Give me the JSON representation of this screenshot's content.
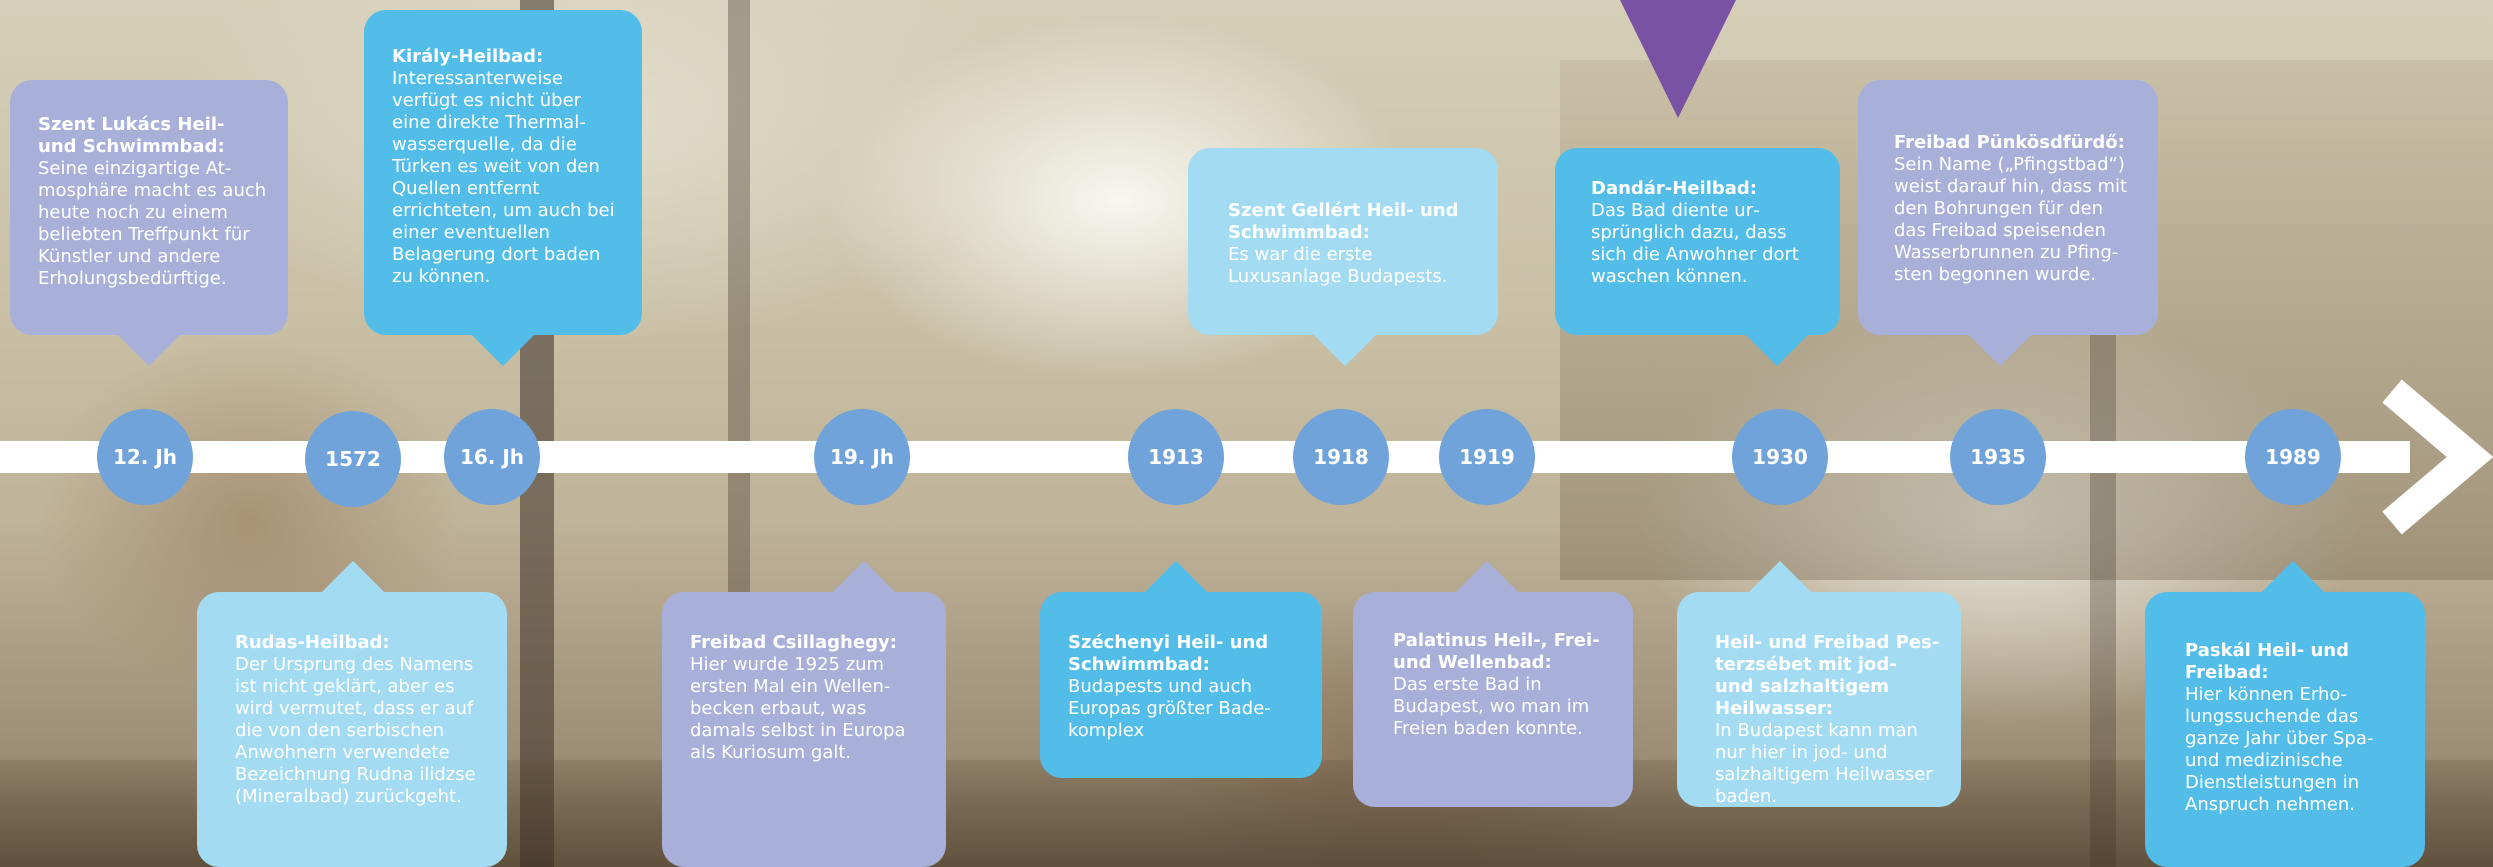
{
  "colors": {
    "node": "#6fa3d9",
    "lavender": "#a8b0da",
    "blue": "#52bde8",
    "light_blue": "#a3dcf2",
    "purple_marker": "#7a52a4",
    "axis": "#ffffff"
  },
  "timeline": {
    "nodes": [
      "12. Jh",
      "1572",
      "16. Jh",
      "19. Jh",
      "1913",
      "1918",
      "1919",
      "1930",
      "1935",
      "1989"
    ],
    "cards_top": [
      {
        "title": "Szent Lukács Heil- und Schwimmbad:",
        "text": "Seine einzigartige At­mosphäre macht es auch heute noch zu einem beliebten Treffpunkt für Künstler und andere Erholungsbedürftige."
      },
      {
        "title": "Király-Heilbad:",
        "text": "Interessanterweise verfügt es nicht über eine direkte Thermal­wasserquelle, da die Türken es weit von den Quellen entfernt errichteten, um auch bei einer eventuellen Belagerung dort baden zu können."
      },
      {
        "title": "Szent Gellért Heil- und Schwimmbad:",
        "text": "Es war die erste Luxusanlage Budapests."
      },
      {
        "title": "Dandár-Heilbad:",
        "text": "Das Bad diente ur­sprünglich dazu, dass sich die Anwohner dort waschen können."
      },
      {
        "title": "Freibad Pünkösdfürdő:",
        "text": "Sein Name („Pfingstbad“) weist darauf hin, dass mit den Bohrungen für den das Freibad speisenden Wasserbrunnen zu Pfing­sten begonnen wurde."
      }
    ],
    "cards_bottom": [
      {
        "title": "Rudas-Heilbad:",
        "text": "Der Ursprung des Namens ist nicht geklärt, aber es wird vermutet, dass er auf die von den serbischen Anwohnern verwendete Bezeichnung Rudna ilidzse (Mineralbad) zurückgeht."
      },
      {
        "title": "Freibad Csillaghegy:",
        "text": "Hier wurde 1925 zum ersten Mal ein Wellen­becken erbaut, was damals selbst in Europa als Kuriosum galt."
      },
      {
        "title": "Széchenyi Heil- und Schwimmbad:",
        "text": "Budapests und auch Europas größter Bade­komplex"
      },
      {
        "title": "Palatinus Heil-, Frei- und Wellenbad:",
        "text": "Das erste Bad in Budapest, wo man im Freien baden konnte."
      },
      {
        "title": "Heil- und Freibad Pes­terzsébet mit jod- und salzhaltigem Heilwasser:",
        "text": "In Budapest kann man nur hier in jod- und salzhaltigem Heilwasser baden."
      },
      {
        "title": "Paskál Heil- und Freibad:",
        "text": "Hier können Erho­lungssuchende das ganze Jahr über Spa- und medizinische Dienstleistungen in Anspruch nehmen."
      }
    ]
  }
}
